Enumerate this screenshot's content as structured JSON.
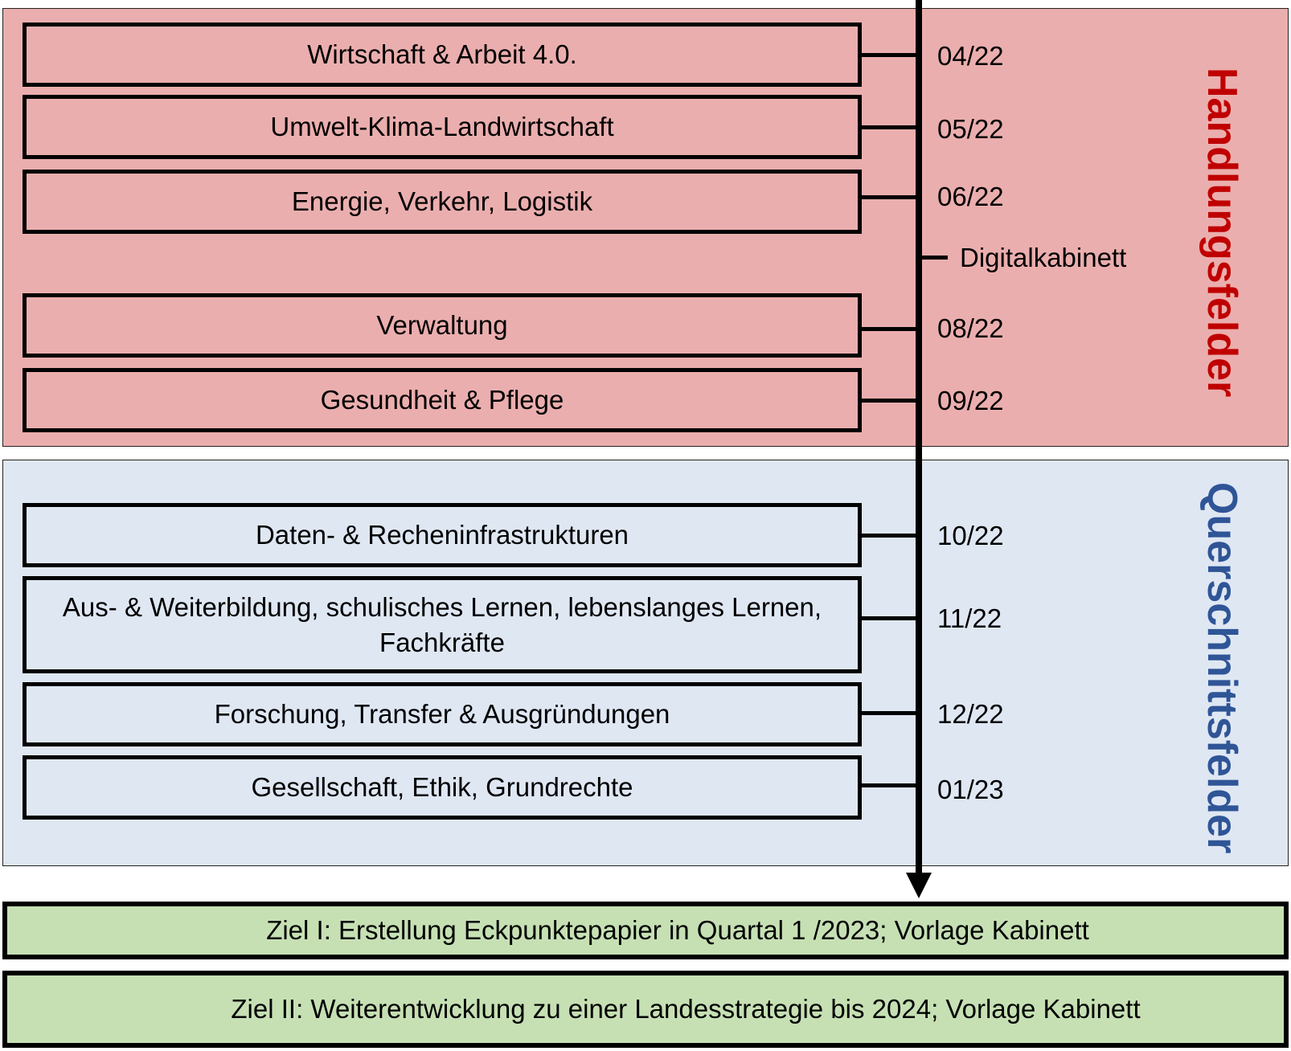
{
  "handlungsfelder": {
    "label": "Handlungsfelder",
    "color": "#c00000",
    "fields": [
      {
        "label": "Wirtschaft & Arbeit 4.0.",
        "date": "04/22"
      },
      {
        "label": "Umwelt-Klima-Landwirtschaft",
        "date": "05/22"
      },
      {
        "label": "Energie, Verkehr, Logistik",
        "date": "06/22"
      },
      {
        "label": "Verwaltung",
        "date": "08/22"
      },
      {
        "label": "Gesundheit & Pflege",
        "date": "09/22"
      }
    ],
    "milestone": "Digitalkabinett"
  },
  "querschnittsfelder": {
    "label": "Querschnittsfelder",
    "color": "#2f5597",
    "fields": [
      {
        "label": "Daten- & Recheninfrastrukturen",
        "date": "10/22"
      },
      {
        "label": "Aus- & Weiterbildung, schulisches Lernen, lebenslanges Lernen,\nFachkräfte",
        "date": "11/22"
      },
      {
        "label": "Forschung, Transfer & Ausgründungen",
        "date": "12/22"
      },
      {
        "label": "Gesellschaft, Ethik, Grundrechte",
        "date": "01/23"
      }
    ]
  },
  "goals": [
    {
      "label": "Ziel I: Erstellung Eckpunktepapier in Quartal 1 /2023; Vorlage Kabinett"
    },
    {
      "label": "Ziel II: Weiterentwicklung zu einer Landesstrategie bis 2024; Vorlage Kabinett"
    }
  ]
}
